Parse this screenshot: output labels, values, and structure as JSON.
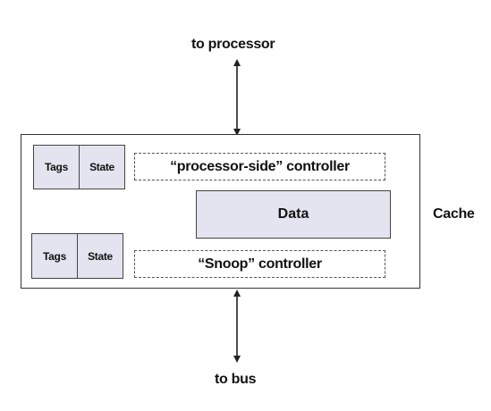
{
  "diagram": {
    "top_label": "to processor",
    "bottom_label": "to bus",
    "cache_label": "Cache",
    "top_row": {
      "tags": "Tags",
      "state": "State",
      "controller": "“processor-side” controller"
    },
    "data_label": "Data",
    "bottom_row": {
      "tags": "Tags",
      "state": "State",
      "controller": "“Snoop” controller"
    }
  }
}
